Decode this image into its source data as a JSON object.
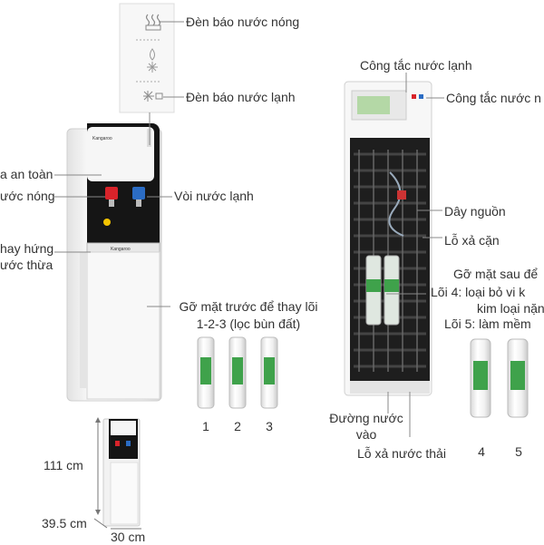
{
  "labels": {
    "hot_light": "Đèn báo nước nóng",
    "cold_light": "Đèn báo nước lạnh",
    "safety_lock": "a an toàn",
    "hot_tap": "ước nóng",
    "cold_tap": "Vòi nước lạnh",
    "drip_tray_1": "hay hứng",
    "drip_tray_2": "ước thừa",
    "front_panel_1": "Gỡ mặt trước để thay lõi",
    "front_panel_2": "1-2-3 (lọc bùn đất)",
    "filter_1": "1",
    "filter_2": "2",
    "filter_3": "3",
    "height": "111 cm",
    "depth": "39.5 cm",
    "width": "30 cm",
    "cold_switch_top": "Công tắc nước lạnh",
    "cold_switch_side": "Công tắc nước n",
    "power_cord": "Dây nguồn",
    "drain_residue": "Lỗ xả cặn",
    "back_panel": "Gỡ mặt sau để",
    "core4_1": "Lõi 4: loại bỏ vi k",
    "core4_2": "kim loại nặng",
    "core5": "Lõi 5: làm mềm",
    "water_inlet_1": "Đường nước",
    "water_inlet_2": "vào",
    "waste_drain": "Lỗ xả nước thải",
    "filter_4": "4",
    "filter_5": "5"
  },
  "brand": "Kangaroo",
  "colors": {
    "hot": "#d8232a",
    "cold": "#2b6cc4",
    "filter_green": "#3fa24b",
    "body": "#f4f4f4",
    "panel_black": "#151515"
  }
}
